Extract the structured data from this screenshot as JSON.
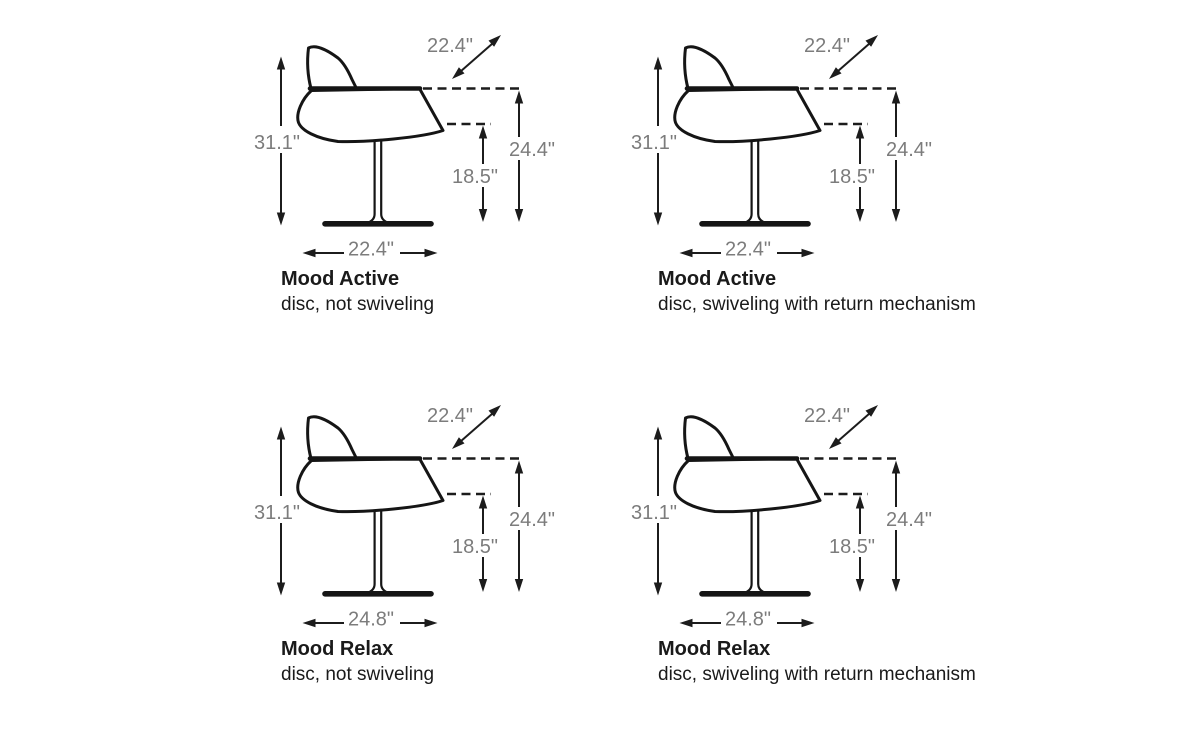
{
  "diagram": {
    "background_color": "#ffffff",
    "line_color": "#1c1c1c",
    "dimension_text_color": "#7c7c7c",
    "title_text_color": "#1a1a1a"
  },
  "variants": [
    {
      "title": "Mood Active",
      "subtitle": "disc, not swiveling",
      "dims": {
        "depth": "22.4\"",
        "total_height": "31.1\"",
        "arm_height": "24.4\"",
        "seat_height": "18.5\"",
        "width": "22.4\""
      }
    },
    {
      "title": "Mood Active",
      "subtitle": "disc, swiveling with return mechanism",
      "dims": {
        "depth": "22.4\"",
        "total_height": "31.1\"",
        "arm_height": "24.4\"",
        "seat_height": "18.5\"",
        "width": "22.4\""
      }
    },
    {
      "title": "Mood Relax",
      "subtitle": "disc, not swiveling",
      "dims": {
        "depth": "22.4\"",
        "total_height": "31.1\"",
        "arm_height": "24.4\"",
        "seat_height": "18.5\"",
        "width": "24.8\""
      }
    },
    {
      "title": "Mood Relax",
      "subtitle": "disc, swiveling with return mechanism",
      "dims": {
        "depth": "22.4\"",
        "total_height": "31.1\"",
        "arm_height": "24.4\"",
        "seat_height": "18.5\"",
        "width": "24.8\""
      }
    }
  ]
}
